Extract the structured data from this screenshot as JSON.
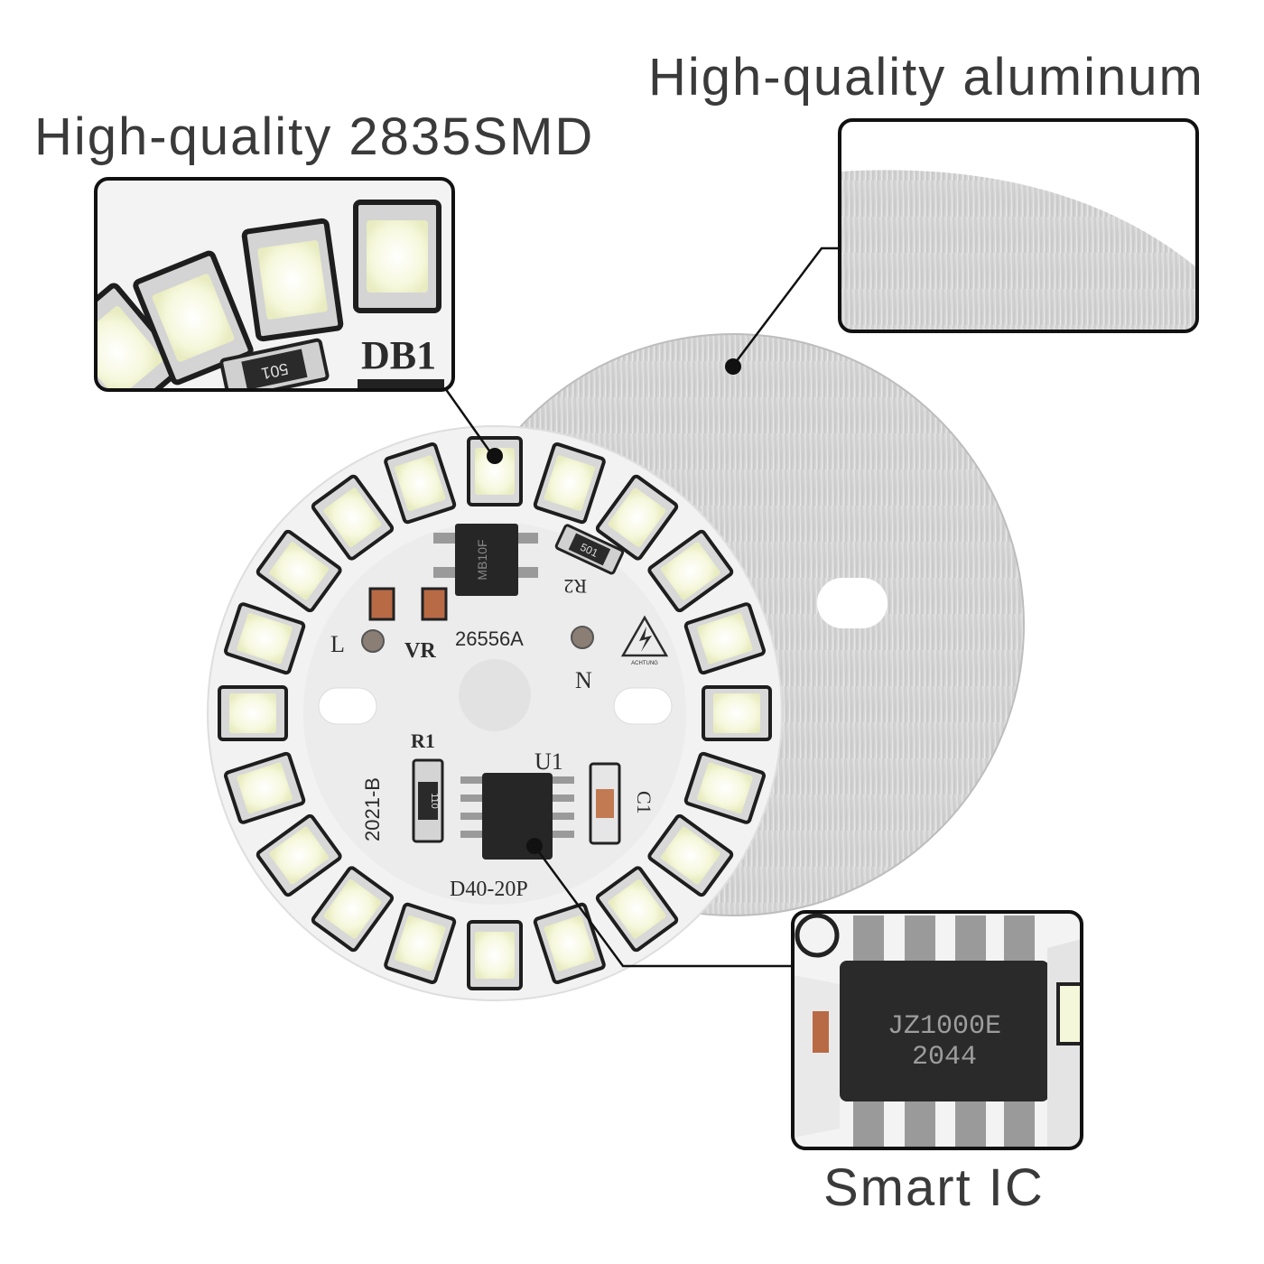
{
  "captions": {
    "smd": "High-quality 2835SMD",
    "aluminum": "High-quality aluminum",
    "ic": "Smart IC"
  },
  "board": {
    "part_number": "26556A",
    "year": "2021-B",
    "model": "D40-20P",
    "bridge": "DB1",
    "bridge_chip": "MB10F",
    "resistor_r1": "R1",
    "resistor_r2": "R2",
    "resistor_r1_code": "110",
    "resistor_r2_code": "501",
    "ic_label": "U1",
    "capacitor": "C1",
    "live": "L",
    "neutral": "N",
    "varistor": "VR",
    "warning": "ACHTUNG"
  },
  "zoom_smd": {
    "label": "DB1",
    "resistor_code": "501"
  },
  "zoom_ic": {
    "chip_line1": "JZ1000E",
    "chip_line2": "2044"
  },
  "colors": {
    "pcb": "#f4f4f4",
    "aluminum": "#d6d6d6",
    "led_glow": "#fafbe8",
    "chip": "#262626",
    "pad": "#b86a45"
  }
}
